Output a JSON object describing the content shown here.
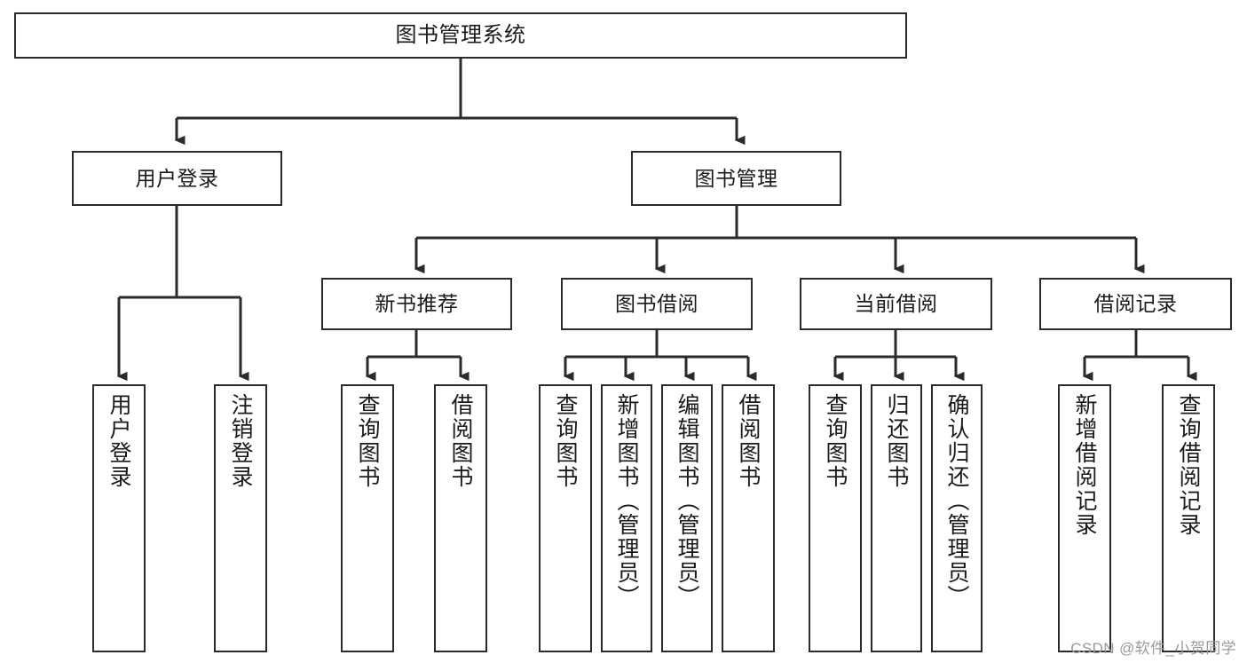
{
  "diagram": {
    "type": "tree",
    "title": "图书管理系统",
    "root": {
      "id": "root",
      "label": "图书管理系统",
      "orientation": "horizontal"
    },
    "level2": [
      {
        "id": "user-login",
        "label": "用户登录",
        "orientation": "horizontal"
      },
      {
        "id": "book-manage",
        "label": "图书管理",
        "orientation": "horizontal"
      }
    ],
    "level3": [
      {
        "id": "new-book-recommend",
        "label": "新书推荐",
        "parent": "book-manage",
        "orientation": "horizontal"
      },
      {
        "id": "book-borrow",
        "label": "图书借阅",
        "parent": "book-manage",
        "orientation": "horizontal"
      },
      {
        "id": "current-borrow",
        "label": "当前借阅",
        "parent": "book-manage",
        "orientation": "horizontal"
      },
      {
        "id": "borrow-record",
        "label": "借阅记录",
        "parent": "book-manage",
        "orientation": "horizontal"
      }
    ],
    "leaves": [
      {
        "id": "leaf-user-login",
        "label": "用户登录",
        "parent": "user-login",
        "orientation": "vertical"
      },
      {
        "id": "leaf-logout",
        "label": "注销登录",
        "parent": "user-login",
        "orientation": "vertical"
      },
      {
        "id": "leaf-query-book-1",
        "label": "查询图书",
        "parent": "new-book-recommend",
        "orientation": "vertical"
      },
      {
        "id": "leaf-borrow-book-1",
        "label": "借阅图书",
        "parent": "new-book-recommend",
        "orientation": "vertical"
      },
      {
        "id": "leaf-query-book-2",
        "label": "查询图书",
        "parent": "book-borrow",
        "orientation": "vertical"
      },
      {
        "id": "leaf-add-book",
        "label": "新增图书（管理员）",
        "parent": "book-borrow",
        "orientation": "vertical"
      },
      {
        "id": "leaf-edit-book",
        "label": "编辑图书（管理员）",
        "parent": "book-borrow",
        "orientation": "vertical"
      },
      {
        "id": "leaf-borrow-book-2",
        "label": "借阅图书",
        "parent": "book-borrow",
        "orientation": "vertical"
      },
      {
        "id": "leaf-query-book-3",
        "label": "查询图书",
        "parent": "current-borrow",
        "orientation": "vertical"
      },
      {
        "id": "leaf-return-book",
        "label": "归还图书",
        "parent": "current-borrow",
        "orientation": "vertical"
      },
      {
        "id": "leaf-confirm-return",
        "label": "确认归还（管理员）",
        "parent": "current-borrow",
        "orientation": "vertical"
      },
      {
        "id": "leaf-add-record",
        "label": "新增借阅记录",
        "parent": "borrow-record",
        "orientation": "vertical"
      },
      {
        "id": "leaf-query-record",
        "label": "查询借阅记录",
        "parent": "borrow-record",
        "orientation": "vertical"
      }
    ],
    "colors": {
      "stroke": "#2b2b2b",
      "node_fill": "#ffffff",
      "text": "#1a1a1a",
      "background": "#ffffff",
      "watermark": "#9a9a9a"
    }
  },
  "watermark": {
    "text": "CSDN @软件_小贺同学"
  }
}
